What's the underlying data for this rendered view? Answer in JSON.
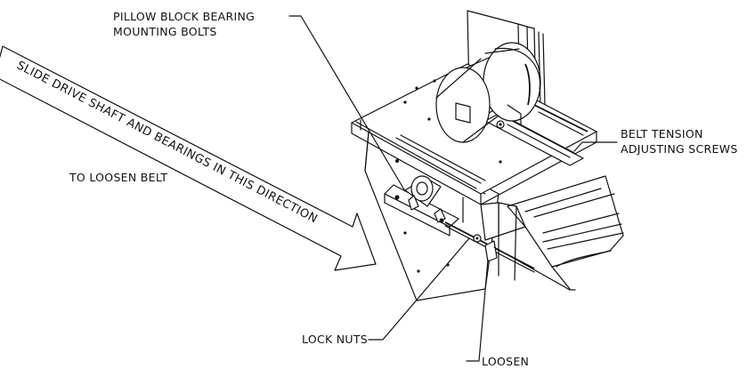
{
  "labels": {
    "pillow_block_line1": "PILLOW BLOCK BEARING",
    "pillow_block_line2": "MOUNTING BOLTS",
    "belt_tension_line1": "BELT TENSION",
    "belt_tension_line2": "ADJUSTING SCREWS",
    "to_loosen_belt": "TO LOOSEN BELT",
    "lock_nuts": "LOCK NUTS",
    "loosen": "LOOSEN"
  },
  "arrow": {
    "text": "SLIDE DRIVE SHAFT AND BEARINGS IN THIS DIRECTION"
  }
}
